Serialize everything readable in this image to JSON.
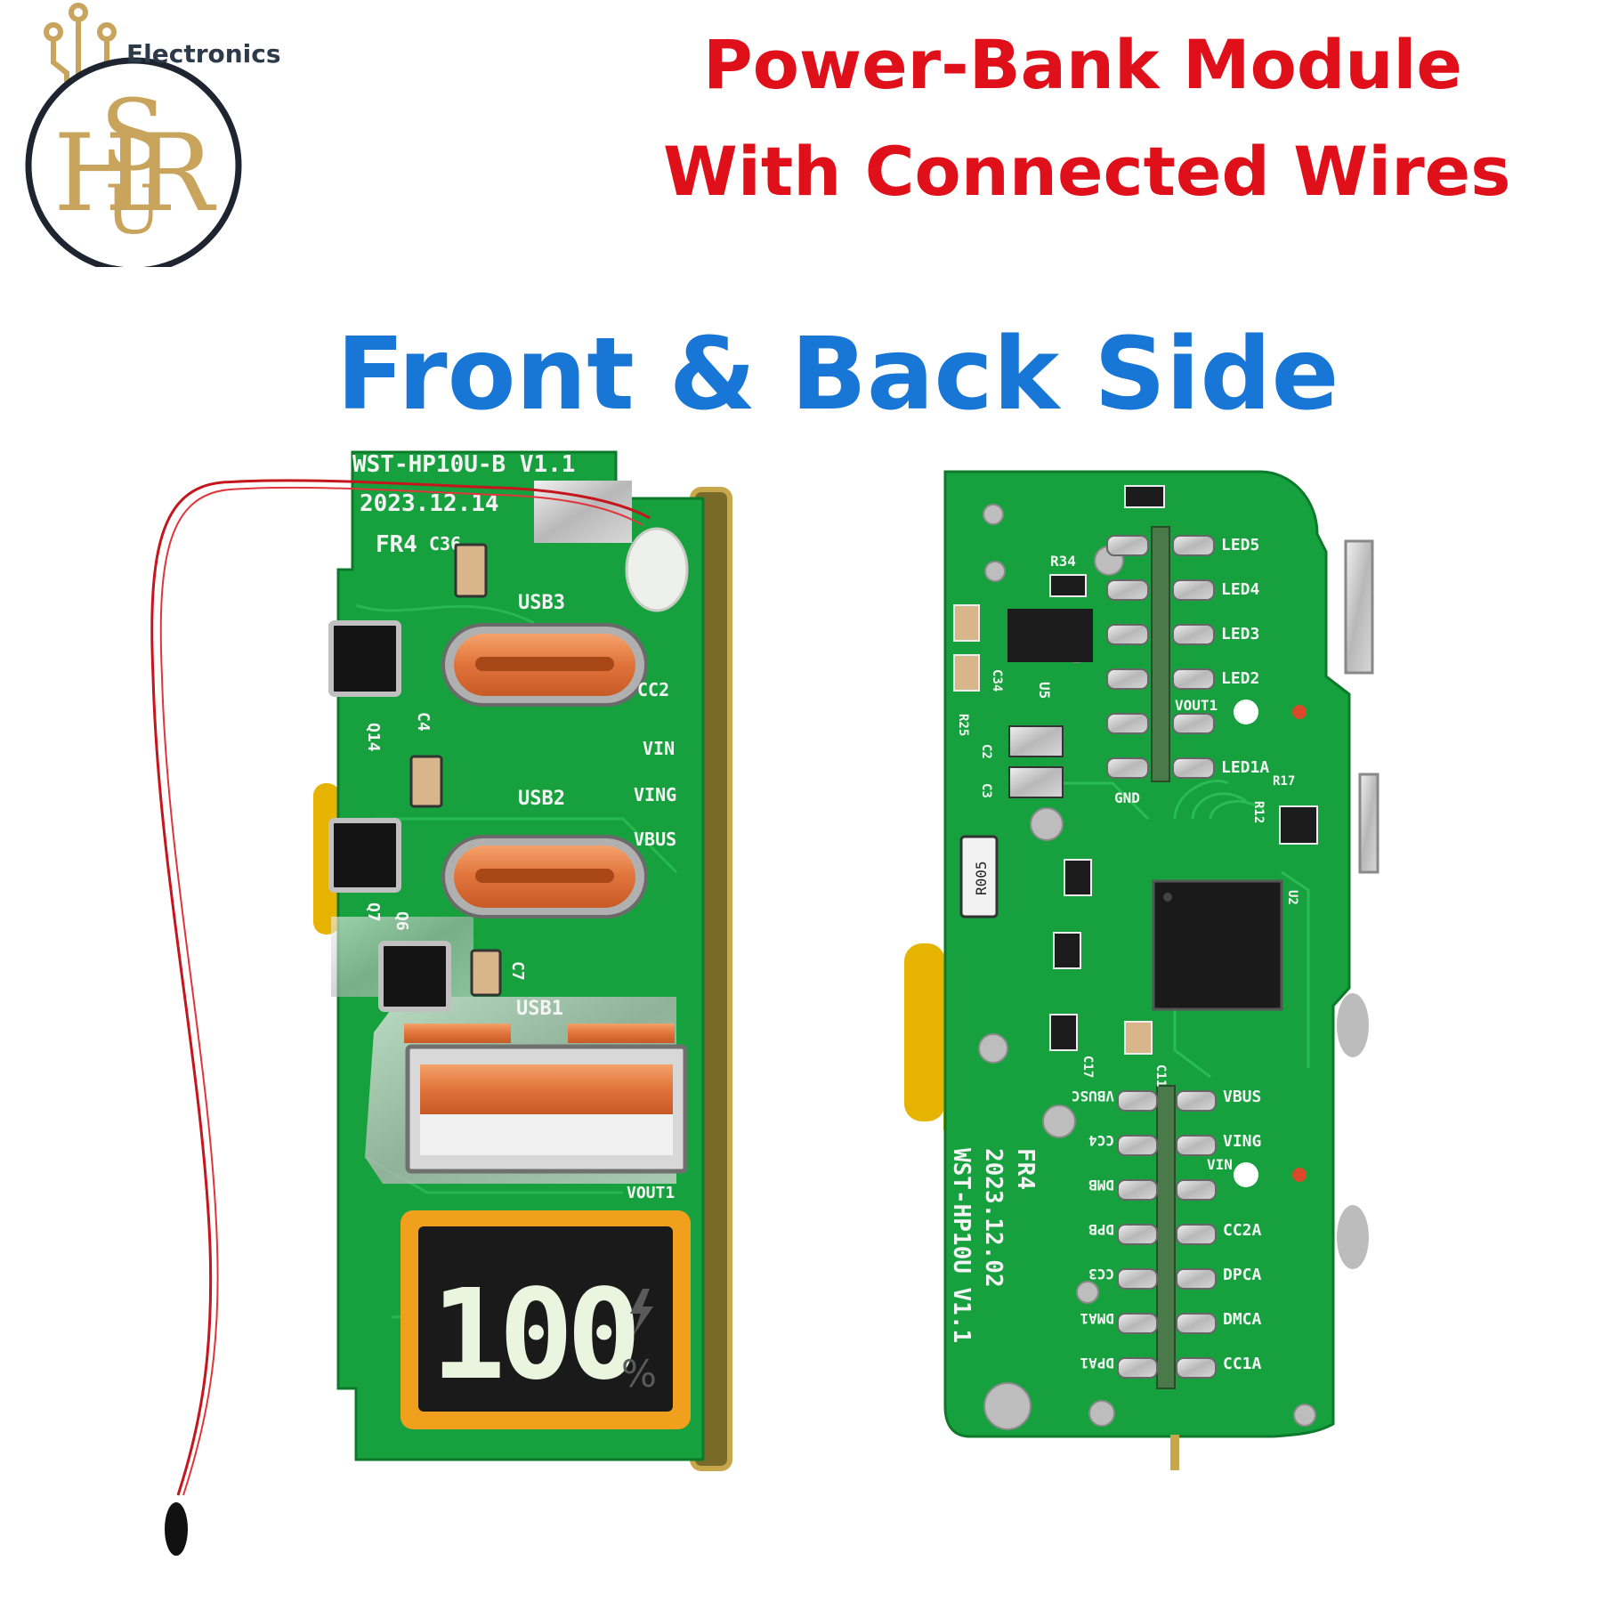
{
  "brand": {
    "wordmark": "Electronics",
    "monogram": "HSRU",
    "gold_color": "#c9a45c",
    "ring_color": "#1e2530"
  },
  "title": {
    "line1": "Power-Bank Module",
    "line2": "With Connected Wires",
    "color": "#e0101a"
  },
  "subtitle": {
    "text": "Front & Back Side",
    "color": "#1877d6"
  },
  "front_board": {
    "silkscreen": {
      "model": "WST-HP10U-B V1.1",
      "date": "2023.12.14",
      "material": "FR4",
      "usb3": "USB3",
      "usb2": "USB2",
      "usb1": "USB1",
      "c36": "C36",
      "c4": "C4",
      "c7": "C7",
      "q14": "Q14",
      "q7": "Q7",
      "q6": "Q6",
      "cc2": "CC2",
      "vin": "VIN",
      "ving": "VING",
      "vbus": "VBUS",
      "vout1": "VOUT1"
    },
    "display": {
      "digits": "100",
      "unit": "%"
    },
    "pcb_color": "#16a13e",
    "wire_color": "#c4161c"
  },
  "back_board": {
    "silkscreen": {
      "model": "WST-HP10U V1.1",
      "date": "2023.12.02",
      "material": "FR4",
      "r005": "R005",
      "led5": "LED5",
      "led4": "LED4",
      "led3": "LED3",
      "led2": "LED2",
      "led1a": "LED1A",
      "vout1": "VOUT1",
      "gnd": "GND",
      "r34": "R34",
      "r25": "R25",
      "r12": "R12",
      "r17": "R17",
      "u5": "U5",
      "u2": "U2",
      "c34": "C34",
      "c2": "C2",
      "c3": "C3",
      "c11": "C11",
      "c17": "C17",
      "vbus": "VBUS",
      "ving": "VING",
      "vin": "VIN",
      "cc2a": "CC2A",
      "dpca": "DPCA",
      "dmca": "DMCA",
      "cc1a": "CC1A",
      "vbusc": "VBUSC",
      "cc4": "CC4",
      "dmb": "DMB",
      "dpb": "DPB",
      "cc3": "CC3",
      "dma1": "DMA1",
      "dpa1": "DPA1"
    },
    "pcb_color": "#16a13e"
  }
}
